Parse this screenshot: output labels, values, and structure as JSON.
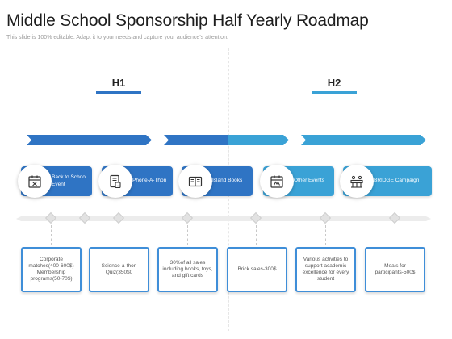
{
  "title": "Middle School Sponsorship Half Yearly Roadmap",
  "subtitle": "This slide is 100% editable. Adapt it to your needs and capture your audience's attention.",
  "halves": [
    {
      "label": "H1",
      "color": "#2f74c4"
    },
    {
      "label": "H2",
      "color": "#3aa2d6"
    }
  ],
  "colors": {
    "dark_blue": "#2f74c4",
    "light_blue": "#3aa2d6",
    "box_border": "#3f8ed8"
  },
  "milestones": [
    {
      "label": "Back to School Event",
      "icon": "calendar-icon"
    },
    {
      "label": "Phone-A-Thon",
      "icon": "phone-document-icon"
    },
    {
      "label": "Island Books",
      "icon": "books-icon"
    },
    {
      "label": "Other Events",
      "icon": "event-calendar-icon"
    },
    {
      "label": "BRIDGE Campaign",
      "icon": "bridge-campaign-icon"
    }
  ],
  "details": [
    {
      "text": "Corporate matches(400-600$) Membership programs(50-70$)"
    },
    {
      "text": "Science-a-thon Quiz(350$0"
    },
    {
      "text": "30%of all sales including books, toys, and gift cards"
    },
    {
      "text": "Brick sales-300$"
    },
    {
      "text": "Various activities to support academic excellence for every student"
    },
    {
      "text": "Meals for participants-500$"
    }
  ]
}
